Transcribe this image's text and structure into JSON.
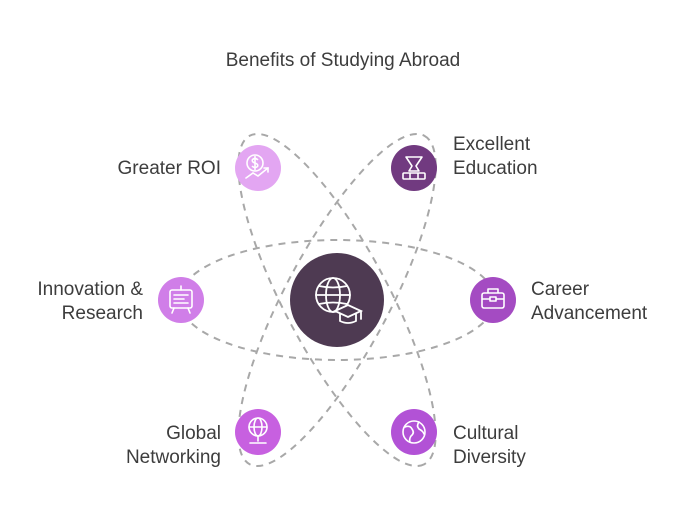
{
  "title": "Benefits of Studying Abroad",
  "center": {
    "icon": "globe-graduation-cap-icon",
    "color": "#4e3a52"
  },
  "benefits": [
    {
      "id": "roi",
      "lines": [
        "Greater ROI"
      ],
      "icon": "dollar-growth-icon",
      "color": "#e3a6f2"
    },
    {
      "id": "education",
      "lines": [
        "Excellent",
        "Education"
      ],
      "icon": "trophy-icon",
      "color": "#713a80"
    },
    {
      "id": "innovation",
      "lines": [
        "Innovation &",
        "Research"
      ],
      "icon": "innovation-board-icon",
      "color": "#d07ee8"
    },
    {
      "id": "career",
      "lines": [
        "Career",
        "Advancement"
      ],
      "icon": "briefcase-icon",
      "color": "#a44bc2"
    },
    {
      "id": "networking",
      "lines": [
        "Global",
        "Networking"
      ],
      "icon": "network-globe-icon",
      "color": "#c760e0"
    },
    {
      "id": "diversity",
      "lines": [
        "Cultural",
        "Diversity"
      ],
      "icon": "world-icon",
      "color": "#b252d6"
    }
  ]
}
